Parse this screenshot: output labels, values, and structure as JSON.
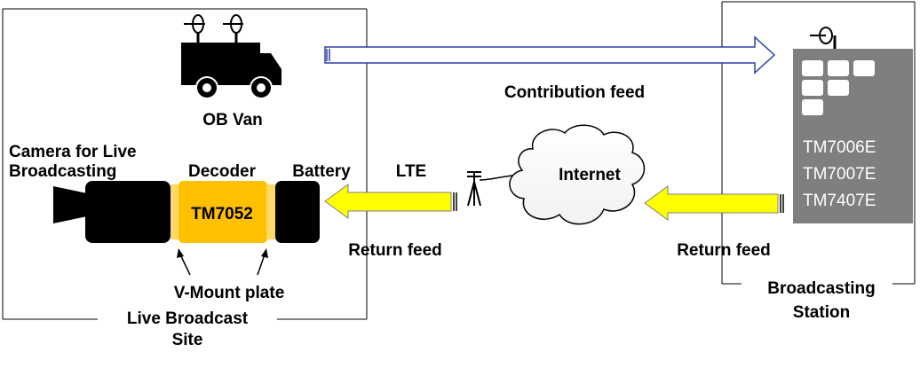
{
  "site": {
    "van_label": "OB Van",
    "camera_label_line1": "Camera for Live",
    "camera_label_line2": "Broadcasting",
    "decoder_label": "Decoder",
    "decoder_model": "TM7052",
    "battery_label": "Battery",
    "vmount_label": "V-Mount plate",
    "site_label_line1": "Live Broadcast",
    "site_label_line2": "Site"
  },
  "links": {
    "contribution_label": "Contribution feed",
    "lte_label": "LTE",
    "internet_label": "Internet",
    "return_feed_left": "Return feed",
    "return_feed_right": "Return feed"
  },
  "station": {
    "models": [
      "TM7006E",
      "TM7007E",
      "TM7407E"
    ],
    "label_line1": "Broadcasting",
    "label_line2": "Station"
  },
  "colors": {
    "decoder_fill": "#FFC000",
    "decoder_edge": "#FFD966",
    "return_arrow_fill": "#FFFF00",
    "contribution_arrow_stroke": "#2F3EA8",
    "server_fill": "#7F7F7F"
  }
}
